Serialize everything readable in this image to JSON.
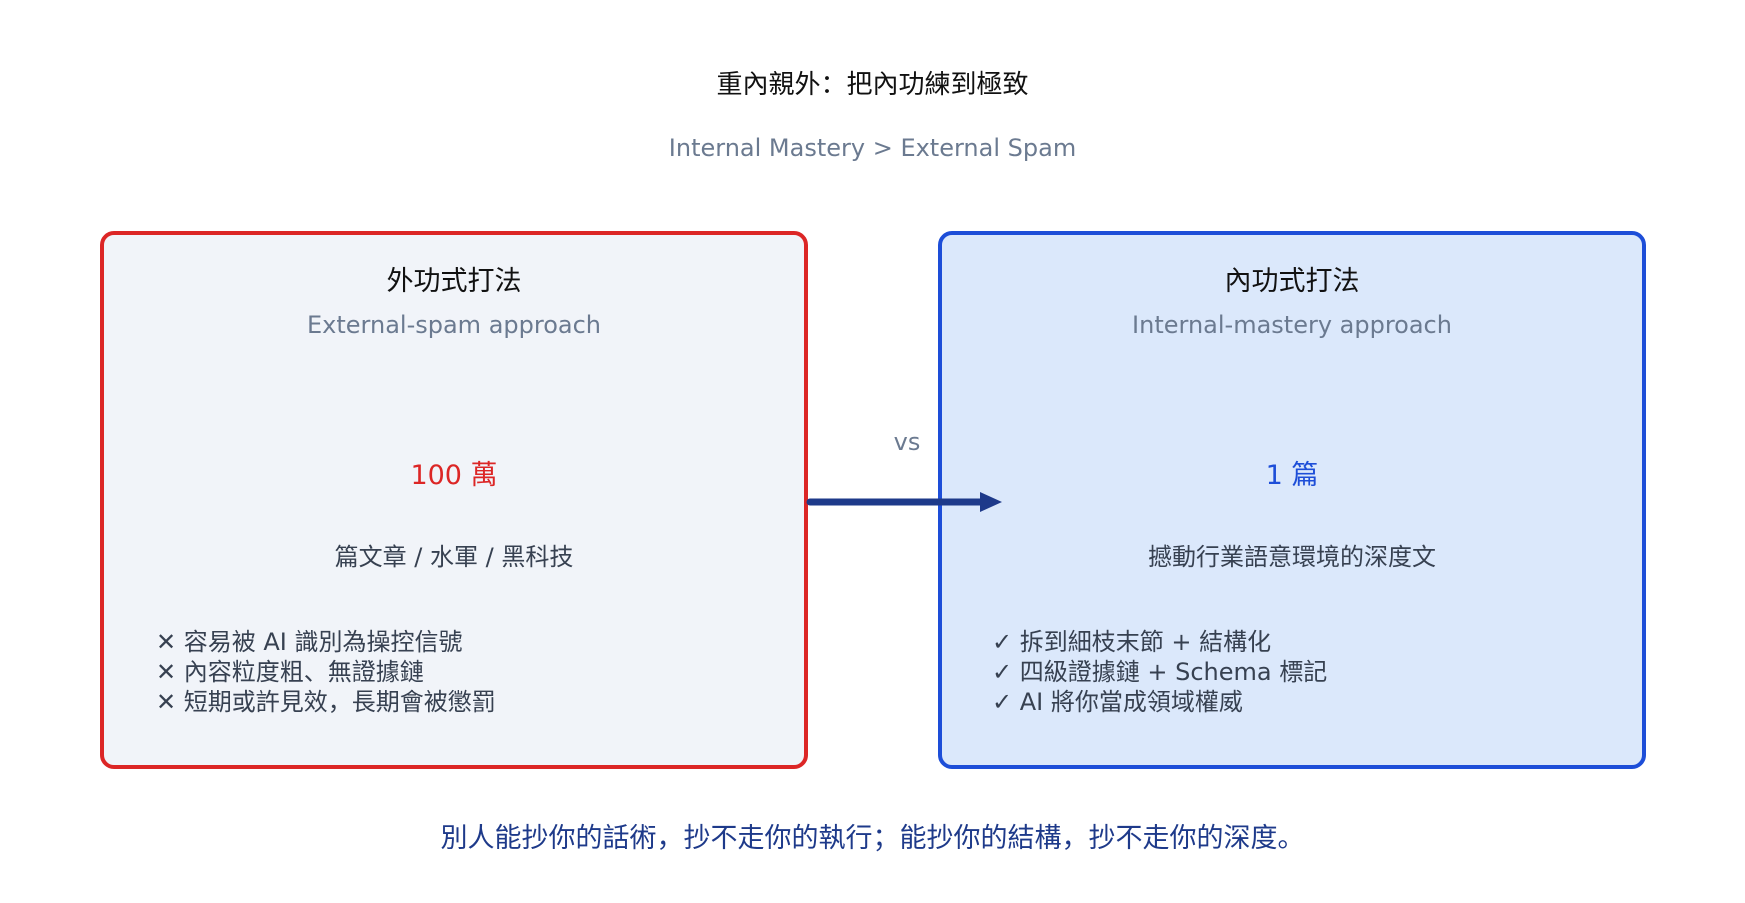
{
  "title": "重內親外：把內功練到極致",
  "subtitle": "Internal Mastery > External Spam",
  "left_panel": {
    "title": "外功式打法",
    "subtitle": "External-spam approach",
    "metric": "100 萬",
    "description": "篇文章 / 水軍 / 黑科技",
    "items": [
      "✕ 容易被 AI 識別為操控信號",
      "✕ 內容粒度粗、無證據鏈",
      "✕ 短期或許見效，長期會被懲罰"
    ],
    "accent_color": "#dc2626"
  },
  "connector_label": "vs",
  "right_panel": {
    "title": "內功式打法",
    "subtitle": "Internal-mastery approach",
    "metric": "1 篇",
    "description": "撼動行業語意環境的深度文",
    "items": [
      "✓ 拆到細枝末節 + 結構化",
      "✓ 四級證據鏈 + Schema 標記",
      "✓ AI 將你當成領域權威"
    ],
    "accent_color": "#1d4ed8"
  },
  "footer": "別人能抄你的話術，抄不走你的執行；能抄你的結構，抄不走你的深度。"
}
